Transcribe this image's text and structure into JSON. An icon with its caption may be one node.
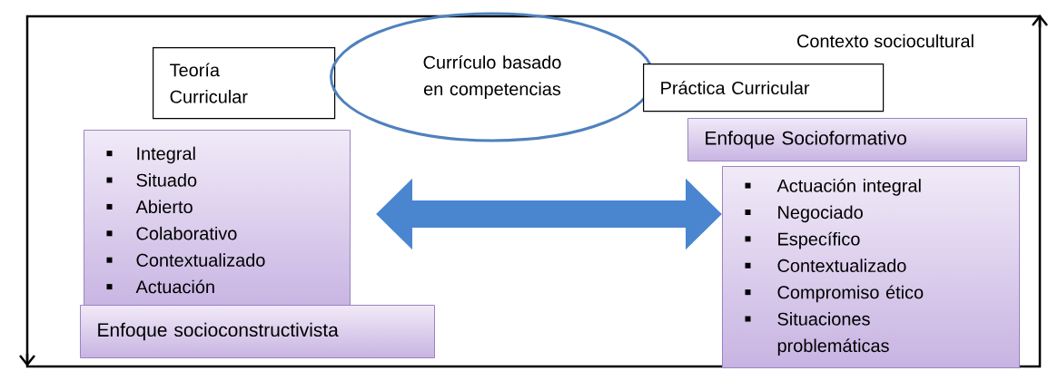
{
  "diagram": {
    "nodes": [
      {
        "text": [
          "Contexto sociocultural"
        ]
      },
      {
        "text": [
          "Teoría Curricular"
        ],
        "in": 0
      },
      {
        "text": [
          "Currículo basado en competencias"
        ],
        "in": 0
      },
      {
        "text": [
          "Práctica Curricular"
        ],
        "in": 0
      },
      {
        "text": [
          "Integral",
          "Situado",
          "Abierto",
          "Colaborativo",
          "Contextualizado",
          "Actuación"
        ],
        "in": 0
      },
      {
        "text": [
          "Enfoque socioconstructivista"
        ],
        "in": 0
      },
      {
        "text": [
          "Enfoque Socioformativo"
        ],
        "in": 0
      },
      {
        "text": [
          "Actuación integral",
          "Negociado",
          "Específico",
          "Contextualizado",
          "Compromiso ético",
          "Situaciones problemáticas"
        ],
        "in": 0
      }
    ],
    "edges": [
      {
        "from": 4,
        "to": 7,
        "arrow": "both"
      }
    ]
  }
}
